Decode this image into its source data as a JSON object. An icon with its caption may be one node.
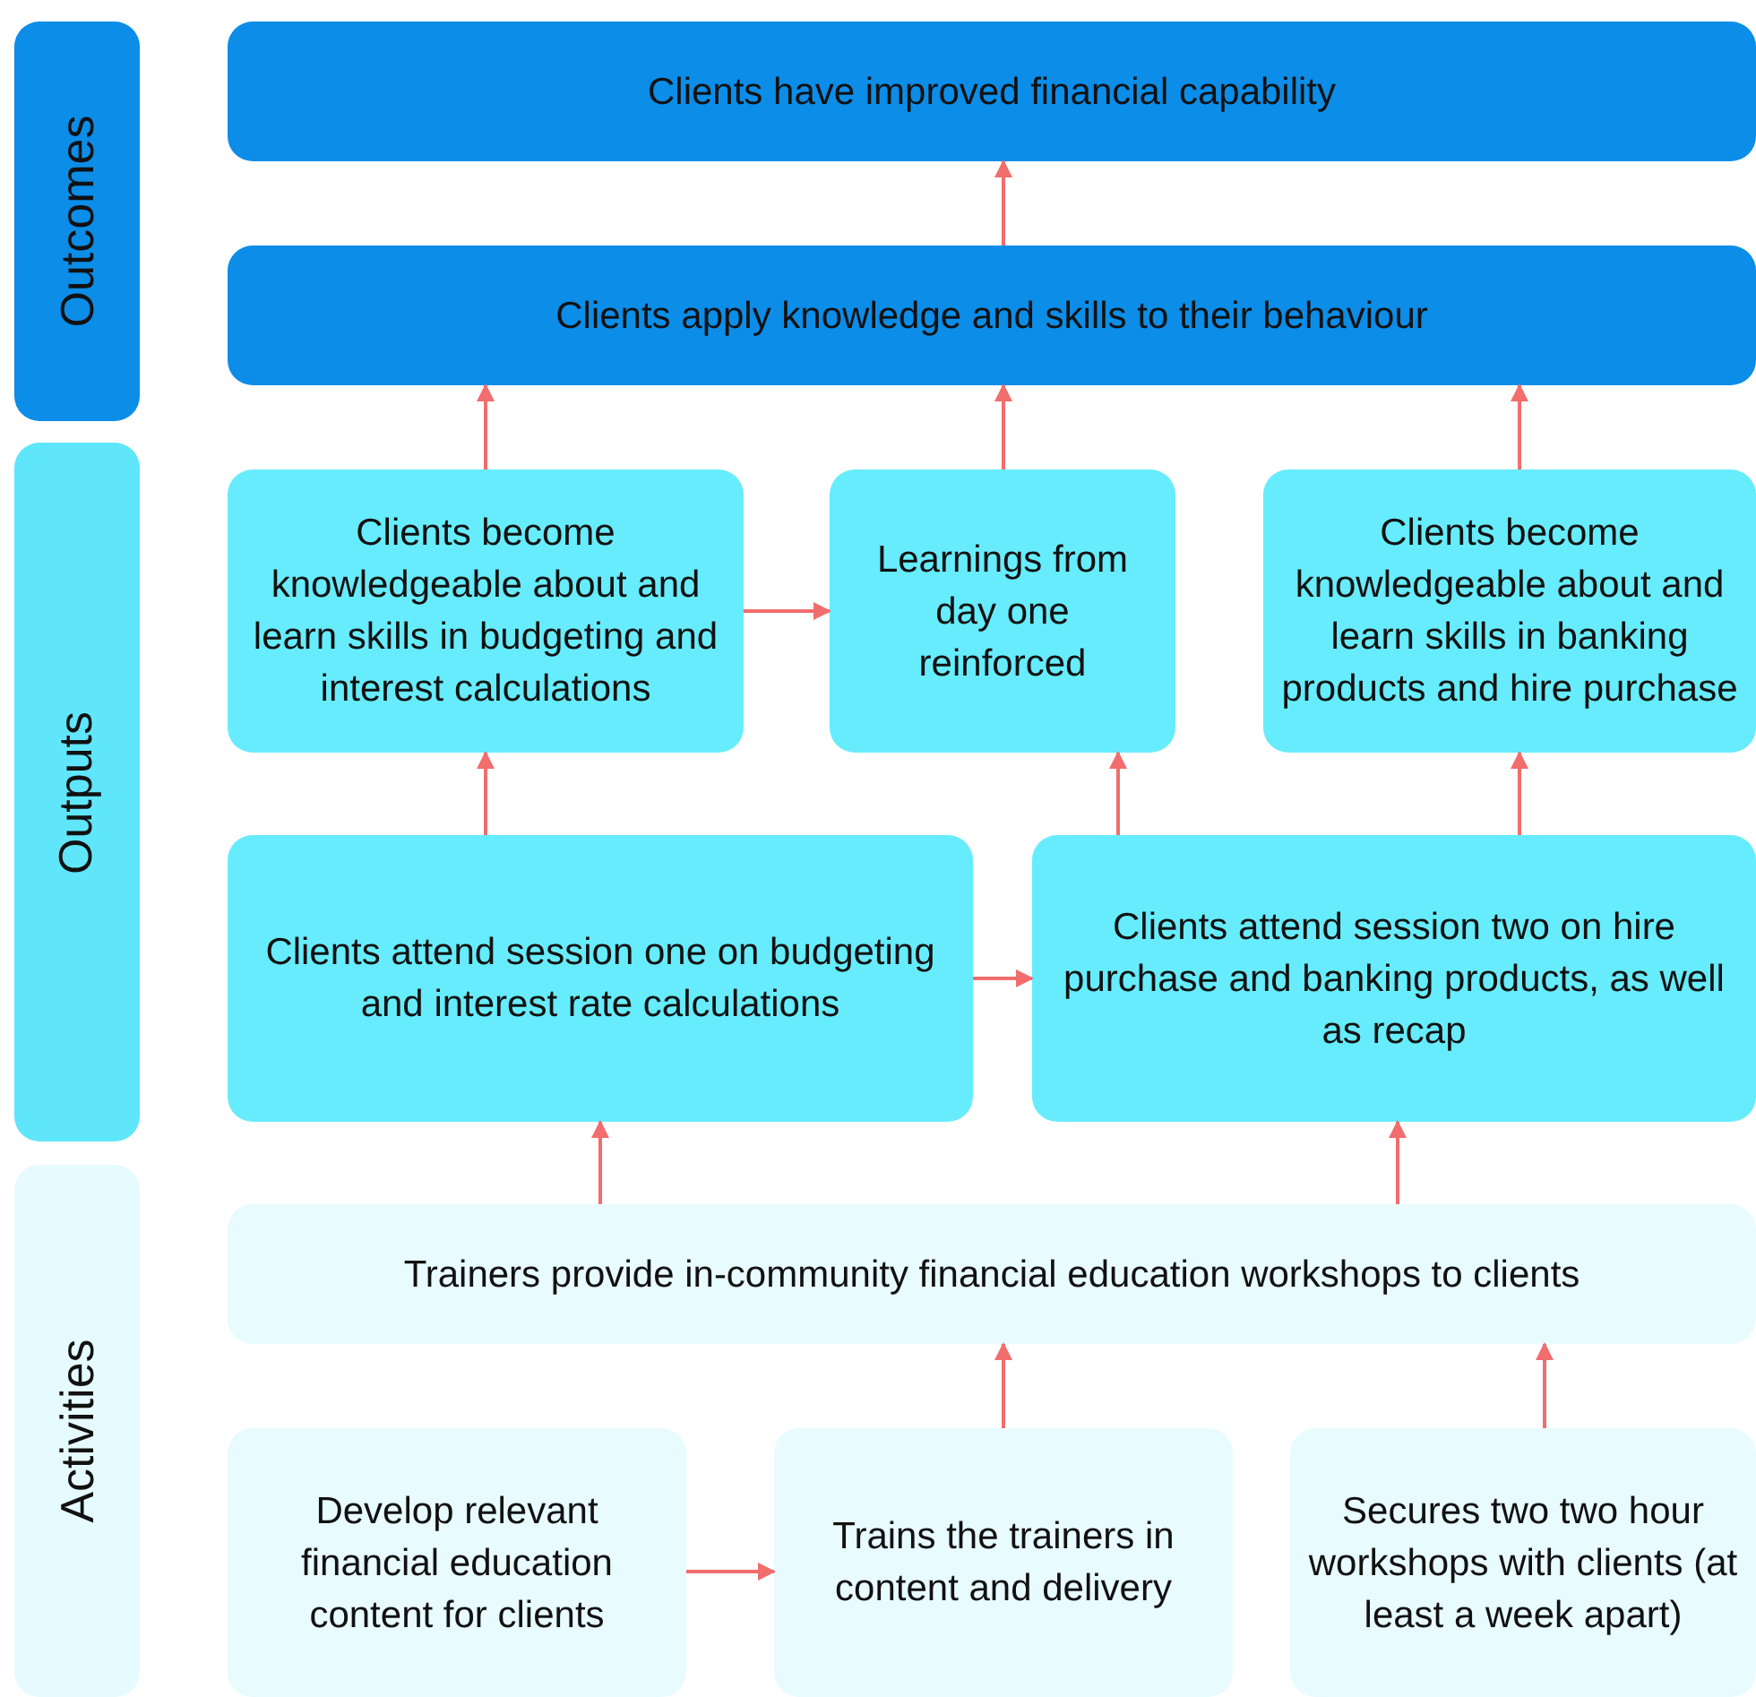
{
  "diagram": {
    "nodes": [
      {
        "text": [
          "Outcomes"
        ]
      },
      {
        "text": [
          "Outputs"
        ]
      },
      {
        "text": [
          "Activities"
        ]
      },
      {
        "text": [
          "Clients have improved financial capability"
        ]
      },
      {
        "text": [
          "Clients apply knowledge and skills to their behaviour"
        ]
      },
      {
        "text": [
          "Clients become knowledgeable about and learn skills in budgeting and interest calculations"
        ]
      },
      {
        "text": [
          "Learnings from day one reinforced"
        ]
      },
      {
        "text": [
          "Clients become knowledgeable about and learn skills in banking products and hire purchase"
        ]
      },
      {
        "text": [
          "Clients attend session one on budgeting and interest rate calculations"
        ]
      },
      {
        "text": [
          "Clients attend session two on hire purchase and banking products, as well as recap"
        ]
      },
      {
        "text": [
          "Trainers provide in-community financial education workshops to clients"
        ]
      },
      {
        "text": [
          "Develop relevant financial education content for clients"
        ]
      },
      {
        "text": [
          "Trains the trainers in content and delivery"
        ]
      },
      {
        "text": [
          "Secures two two hour workshops with clients (at least a week apart)"
        ]
      }
    ],
    "edges": [
      {
        "from": 4,
        "to": 3,
        "arrow": "to"
      },
      {
        "from": 5,
        "to": 4,
        "arrow": "to"
      },
      {
        "from": 6,
        "to": 4,
        "arrow": "to"
      },
      {
        "from": 7,
        "to": 4,
        "arrow": "to"
      },
      {
        "from": 5,
        "to": 6,
        "arrow": "to"
      },
      {
        "from": 8,
        "to": 5,
        "arrow": "to"
      },
      {
        "from": 9,
        "to": 6,
        "arrow": "to"
      },
      {
        "from": 9,
        "to": 7,
        "arrow": "to"
      },
      {
        "from": 8,
        "to": 9,
        "arrow": "to"
      },
      {
        "from": 10,
        "to": 8,
        "arrow": "to"
      },
      {
        "from": 10,
        "to": 9,
        "arrow": "to"
      },
      {
        "from": 11,
        "to": 12,
        "arrow": "to"
      },
      {
        "from": 12,
        "to": 10,
        "arrow": "to"
      },
      {
        "from": 13,
        "to": 10,
        "arrow": "to"
      }
    ]
  }
}
